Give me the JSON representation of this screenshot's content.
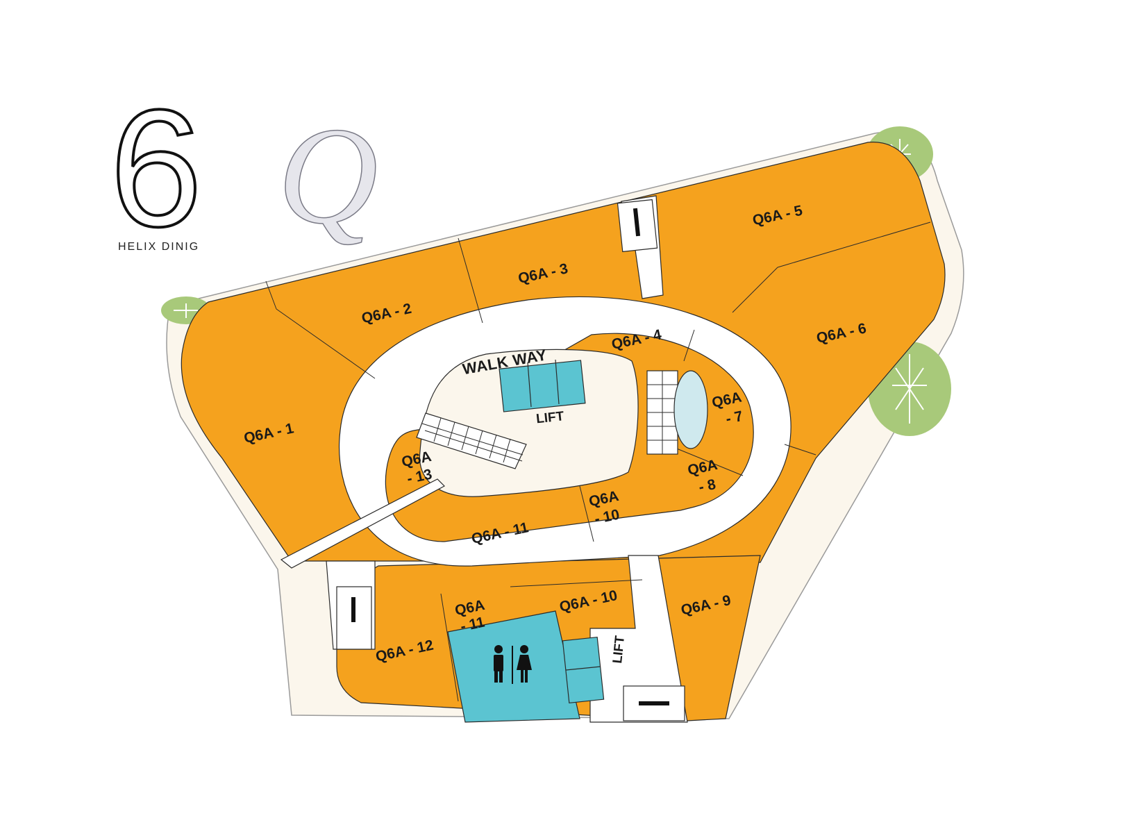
{
  "brand": {
    "number_mark": "6",
    "subtitle": "HELIX DINIG",
    "logo_letter": "Q"
  },
  "labels": {
    "walkway": "WALK WAY",
    "lift_upper": "LIFT",
    "lift_lower": "LIFT"
  },
  "units": {
    "u1": "Q6A - 1",
    "u2": "Q6A - 2",
    "u3": "Q6A - 3",
    "u4": "Q6A - 4",
    "u5": "Q6A - 5",
    "u6": "Q6A - 6",
    "u7_a": "Q6A",
    "u7_b": "- 7",
    "u8_a": "Q6A",
    "u8_b": "- 8",
    "u9": "Q6A - 9",
    "u10_inner_a": "Q6A",
    "u10_inner_b": "- 10",
    "u10_outer": "Q6A - 10",
    "u11_inner": "Q6A - 11",
    "u11_outer_a": "Q6A",
    "u11_outer_b": "- 11",
    "u12": "Q6A - 12",
    "u13_a": "Q6A",
    "u13_b": "- 13"
  },
  "icons": {
    "restroom": "restroom-icon",
    "escalator": "escalator-icon",
    "stairs": "stairs-icon",
    "tree": "tree-icon"
  },
  "colors": {
    "unit": "#f5a21e",
    "facility": "#5bc4d1",
    "lift": "#2fb3c0",
    "concourse": "#fbf6ec",
    "greenery": "#a8c97a",
    "pool": "#cfe9ee"
  }
}
